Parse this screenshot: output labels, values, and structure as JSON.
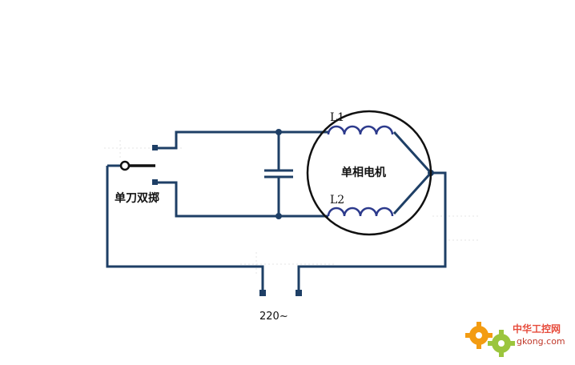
{
  "diagram": {
    "switch_label": "单刀双掷",
    "motor_label": "单相电机",
    "coil_top_label": "L1",
    "coil_bottom_label": "L2",
    "supply_label": "220~",
    "wire_color": "#1e3f66",
    "coil_color": "#2c3a8c",
    "terminal_color": "#1e3f66"
  },
  "watermark": {
    "title": "中华工控网",
    "url": "gkong.com",
    "gear_color_1": "#f39c12",
    "gear_color_2": "#9bc53d",
    "text_color": "#e74c3c"
  }
}
